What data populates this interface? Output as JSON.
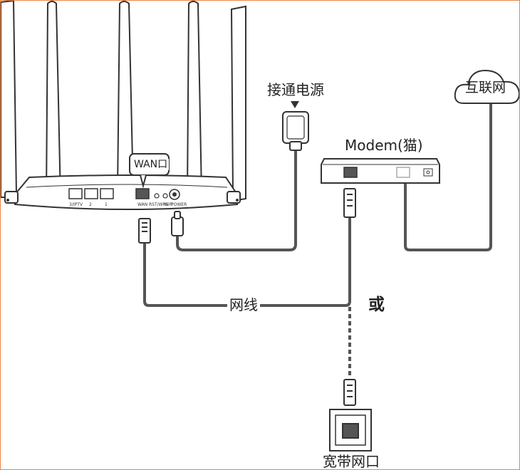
{
  "labels": {
    "power": "接通电源",
    "internet": "互联网",
    "modem": "Modem(猫)",
    "wan_port": "WAN口",
    "cable": "网线",
    "or": "或",
    "broadband_port": "宽带网口"
  },
  "router_ports": {
    "iptv": "3/IPTV",
    "lan2": "2",
    "lan1": "1",
    "wan": "WAN",
    "rst": "RST/WPS",
    "wifi": "WiFi",
    "power": "POWER"
  },
  "colors": {
    "line": "#333333",
    "cable": "#555555",
    "frame": "#e8874a",
    "background": "#ffffff"
  },
  "icons": [
    "router",
    "power-adapter",
    "modem",
    "cloud",
    "rj45-plug",
    "wall-socket",
    "arrow-down"
  ]
}
